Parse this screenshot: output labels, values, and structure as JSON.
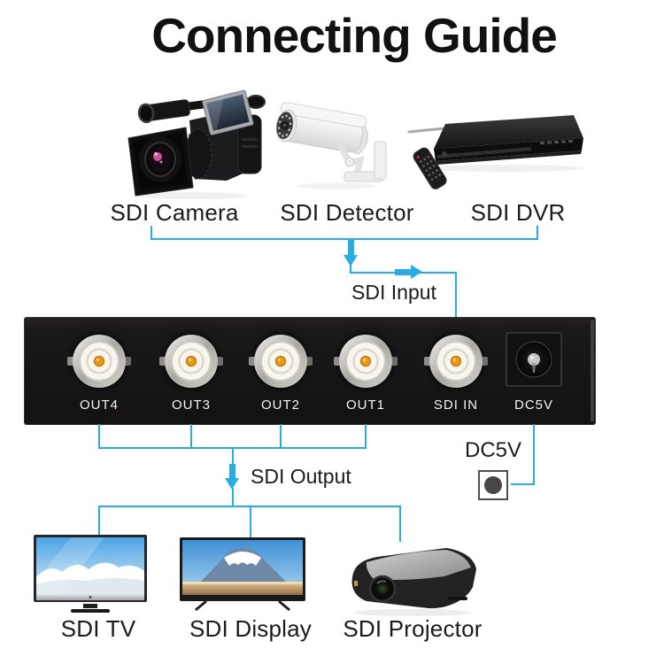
{
  "title": "Connecting Guide",
  "colors": {
    "accent": "#29ace2",
    "panel_black": "#181616",
    "label_text": "#1b1b1b",
    "port_pin_orange": "#ef9910"
  },
  "sources": [
    {
      "label": "SDI Camera",
      "icon": "camcorder-icon"
    },
    {
      "label": "SDI Detector",
      "icon": "cctv-bullet-camera-icon"
    },
    {
      "label": "SDI DVR",
      "icon": "dvr-player-with-remote-icon"
    }
  ],
  "input": {
    "label": "SDI Input"
  },
  "panel": {
    "ports": [
      {
        "label": "OUT4",
        "type": "bnc"
      },
      {
        "label": "OUT3",
        "type": "bnc"
      },
      {
        "label": "OUT2",
        "type": "bnc"
      },
      {
        "label": "OUT1",
        "type": "bnc"
      },
      {
        "label": "SDI IN",
        "type": "bnc"
      },
      {
        "label": "DC5V",
        "type": "dc-jack"
      }
    ]
  },
  "power": {
    "label": "DC5V",
    "icon": "power-plug-symbol"
  },
  "output": {
    "label": "SDI Output"
  },
  "sinks": [
    {
      "label": "SDI TV",
      "icon": "tv-icon"
    },
    {
      "label": "SDI Display",
      "icon": "monitor-icon"
    },
    {
      "label": "SDI Projector",
      "icon": "projector-icon"
    }
  ]
}
